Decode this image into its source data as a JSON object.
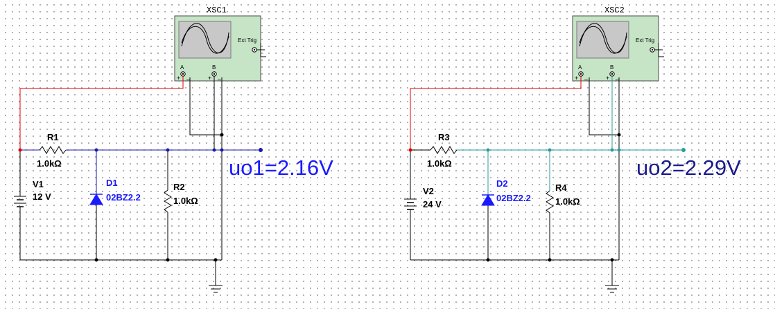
{
  "colors": {
    "probe_wire": "#e00000",
    "left_net": "#1a1aa8",
    "right_net": "#2a9a9a",
    "wire": "#000000",
    "component_label": "#000000",
    "diode_label": "#1a1aff",
    "readout_left": "#1a1aff",
    "readout_right": "#1a1a8c",
    "scope_body": "#c6e4c6",
    "scope_screen": "#c8c8c8"
  },
  "circuits": [
    {
      "scope": {
        "name": "XSC1",
        "ext_trig": "Ext Trig",
        "ch_a": "A",
        "ch_b": "B",
        "plus": "+",
        "minus": "_"
      },
      "source": {
        "ref": "V1",
        "value": "12 V"
      },
      "series_resistor": {
        "ref": "R1",
        "value": "1.0kΩ"
      },
      "diode": {
        "ref": "D1",
        "model": "02BZ2.2"
      },
      "load_resistor": {
        "ref": "R2",
        "value": "1.0kΩ"
      },
      "readout": "uo1=2.16V"
    },
    {
      "scope": {
        "name": "XSC2",
        "ext_trig": "Ext Trig",
        "ch_a": "A",
        "ch_b": "B",
        "plus": "+",
        "minus": "_"
      },
      "source": {
        "ref": "V2",
        "value": "24 V"
      },
      "series_resistor": {
        "ref": "R3",
        "value": "1.0kΩ"
      },
      "diode": {
        "ref": "D2",
        "model": "02BZ2.2"
      },
      "load_resistor": {
        "ref": "R4",
        "value": "1.0kΩ"
      },
      "readout": "uo2=2.29V"
    }
  ]
}
